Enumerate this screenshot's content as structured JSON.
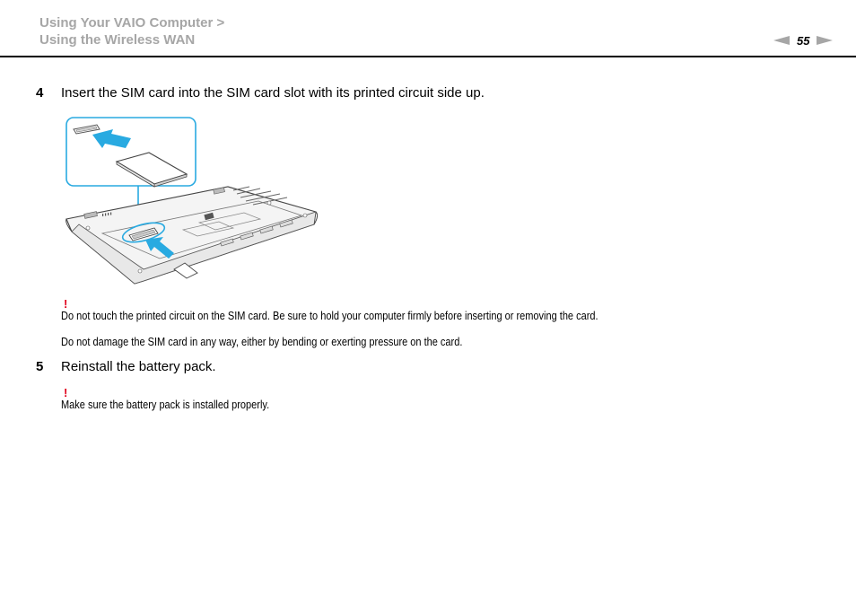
{
  "header": {
    "breadcrumb_line1": "Using Your VAIO Computer >",
    "breadcrumb_line2": "Using the Wireless WAN",
    "page_number": "55"
  },
  "steps": [
    {
      "number": "4",
      "text": "Insert the SIM card into the SIM card slot with its printed circuit side up."
    },
    {
      "number": "5",
      "text": "Reinstall the battery pack."
    }
  ],
  "notes": {
    "mark": "!",
    "note1_line1": "Do not touch the printed circuit on the SIM card. Be sure to hold your computer firmly before inserting or removing the card.",
    "note1_line2": "Do not damage the SIM card in any way, either by bending or exerting pressure on the card.",
    "note2_line1": "Make sure the battery pack is installed properly."
  },
  "colors": {
    "breadcrumb": "#a6a6a6",
    "callout": "#29aae1",
    "caution": "#e0001b"
  }
}
